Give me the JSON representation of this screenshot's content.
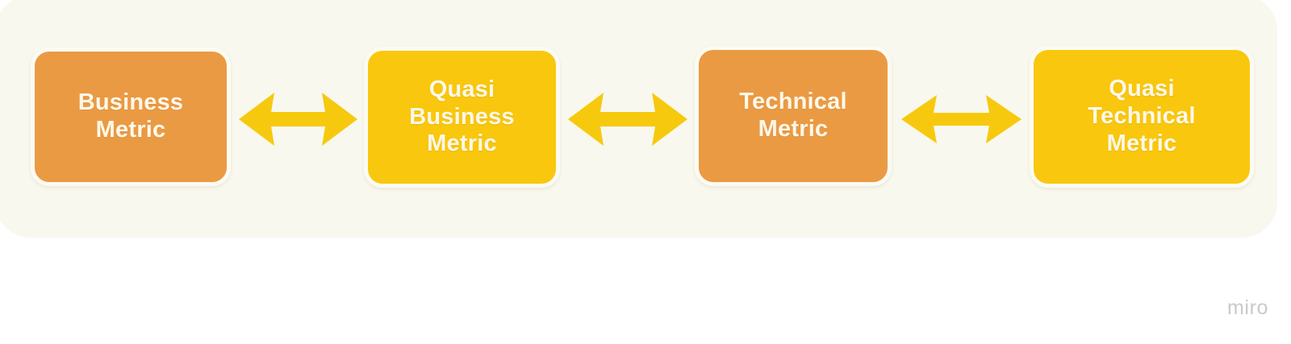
{
  "canvas": {
    "background_color": "#ffffff",
    "panel_color": "#f8f8ee"
  },
  "diagram": {
    "type": "horizontal-flow",
    "node_border_color": "#fcfbf2",
    "node_text_color": "#fdf8e9",
    "arrow_color": "#f7c90e",
    "nodes": [
      {
        "id": "business-metric",
        "label": "Business\nMetric",
        "lines": [
          "Business",
          "Metric"
        ],
        "fill": "#eb9a44",
        "style": "orange"
      },
      {
        "id": "quasi-business-metric",
        "label": "Quasi\nBusiness\nMetric",
        "lines": [
          "Quasi",
          "Business",
          "Metric"
        ],
        "fill": "#f9c70d",
        "style": "yellow"
      },
      {
        "id": "technical-metric",
        "label": "Technical\nMetric",
        "lines": [
          "Technical",
          "Metric"
        ],
        "fill": "#eb9a44",
        "style": "orange"
      },
      {
        "id": "quasi-technical-metric",
        "label": "Quasi\nTechnical\nMetric",
        "lines": [
          "Quasi",
          "Technical",
          "Metric"
        ],
        "fill": "#f9c70d",
        "style": "yellow"
      }
    ],
    "connectors": [
      {
        "id": "connector-0",
        "from": "business-metric",
        "to": "quasi-business-metric",
        "kind": "double-arrow"
      },
      {
        "id": "connector-1",
        "from": "quasi-business-metric",
        "to": "technical-metric",
        "kind": "double-arrow"
      },
      {
        "id": "connector-2",
        "from": "technical-metric",
        "to": "quasi-technical-metric",
        "kind": "double-arrow"
      }
    ]
  },
  "watermark": {
    "text": "miro",
    "color": "#c9c9c9"
  }
}
